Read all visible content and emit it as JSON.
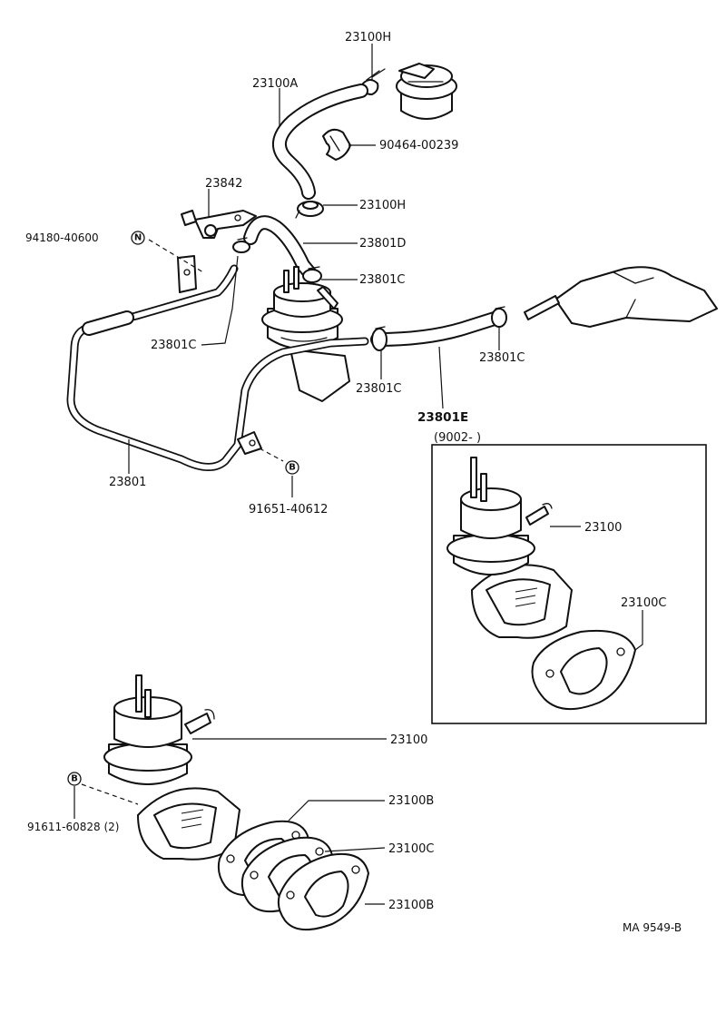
{
  "labels": {
    "p_23100H_top": "23100H",
    "p_23100A": "23100A",
    "p_90464": "90464-00239",
    "p_23842": "23842",
    "p_23100H_mid": "23100H",
    "p_94180": "94180-40600",
    "p_23801D": "23801D",
    "p_23801C_a": "23801C",
    "p_23801C_b": "23801C",
    "p_23801C_c": "23801C",
    "p_23801C_d": "23801C",
    "p_23801E": "23801E",
    "p_23801": "23801",
    "p_91651": "91651-40612",
    "p_23100_inset": "23100",
    "p_23100C_inset": "23100C",
    "p_23100_main": "23100",
    "p_91611": "91611-60828 (2)",
    "p_23100B_a": "23100B",
    "p_23100C_main": "23100C",
    "p_23100B_b": "23100B",
    "inset_range": "(9002-        )",
    "figure_code": "MA 9549-B"
  },
  "marks": {
    "n": "N",
    "b_upper": "B",
    "b_lower": "B"
  }
}
